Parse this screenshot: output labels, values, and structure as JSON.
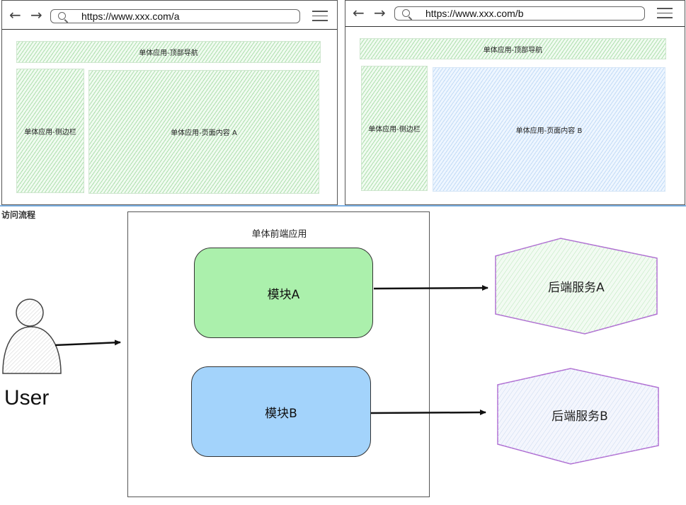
{
  "browser_a": {
    "url": "https://www.xxx.com/a",
    "top_nav": "单体应用-顶部导航",
    "sidebar": "单体应用-侧边栏",
    "content": "单体应用-页面内容 A"
  },
  "browser_b": {
    "url": "https://www.xxx.com/b",
    "top_nav": "单体应用-顶部导航",
    "sidebar": "单体应用-侧边栏",
    "content": "单体应用-页面内容 B"
  },
  "flow": {
    "title": "访问流程",
    "user_label": "User",
    "app_title": "单体前端应用",
    "module_a": "模块A",
    "module_b": "模块B",
    "service_a": "后端服务A",
    "service_b": "后端服务B"
  },
  "colors": {
    "module_a_fill": "#abf0ac",
    "module_b_fill": "#a3d3fb",
    "service_border": "#b06fd3",
    "hatch_green": "#78c878",
    "hatch_blue": "#8cb9eb"
  },
  "icons": {
    "back": "back-arrow-icon",
    "forward": "forward-arrow-icon",
    "search": "search-icon",
    "menu": "hamburger-menu-icon",
    "user": "user-avatar-icon"
  }
}
